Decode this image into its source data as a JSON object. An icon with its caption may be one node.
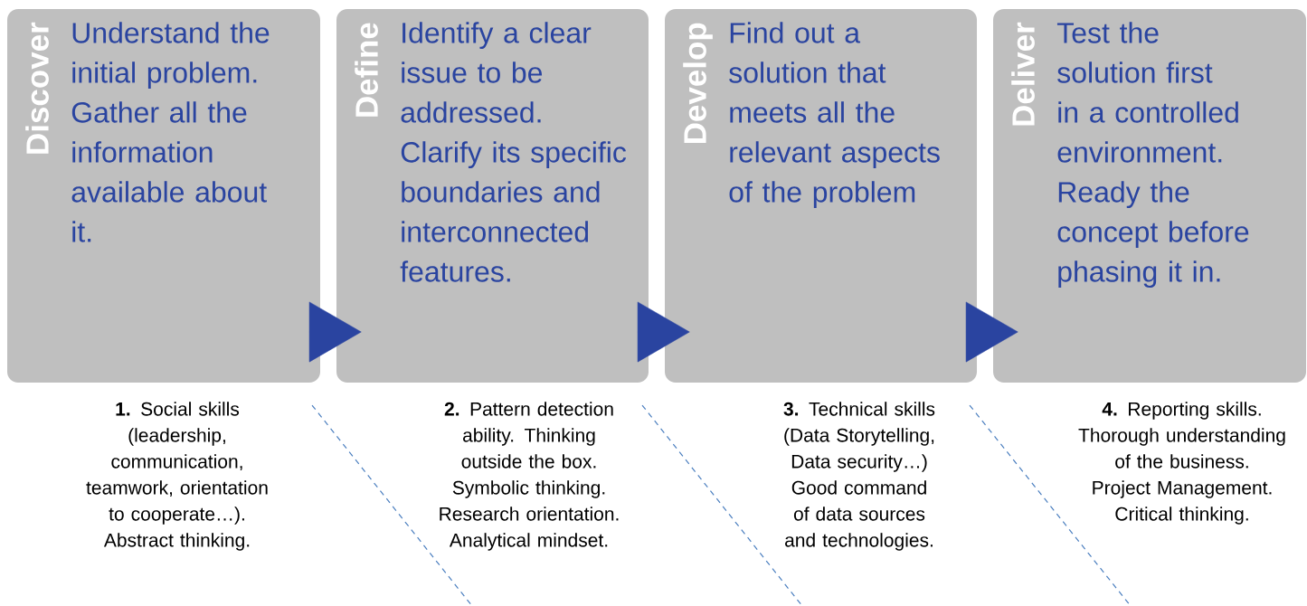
{
  "diagram": {
    "nodes": [
      {
        "text": [
          "Discover",
          "Understand the initial problem. Gather all the information available about it."
        ]
      },
      {
        "text": [
          "Define",
          "Identify a clear issue to be addressed. Clarify its specific boundaries and interconnected features."
        ]
      },
      {
        "text": [
          "Develop",
          "Find out a solution that meets all the relevant aspects of the problem"
        ]
      },
      {
        "text": [
          "Deliver",
          "Test the solution first in a controlled environment. Ready the concept before phasing it in."
        ]
      }
    ],
    "edges": [
      {
        "from": 0,
        "to": 1,
        "arrow": "to"
      },
      {
        "from": 1,
        "to": 2,
        "arrow": "to"
      },
      {
        "from": 2,
        "to": 3,
        "arrow": "to"
      }
    ],
    "labels": [
      "**1.** Social skills (leadership, communication, teamwork, orientation to cooperate…). Abstract thinking.",
      "**2.** Pattern detection ability. Thinking outside the box. Symbolic thinking. Research orientation. Analytical mindset.",
      "**3.** Technical skills (Data Storytelling, Data security…) Good command of data sources and technologies.",
      "**4.** Reporting skills. Thorough understanding of the business. Project Management. Critical thinking."
    ]
  }
}
